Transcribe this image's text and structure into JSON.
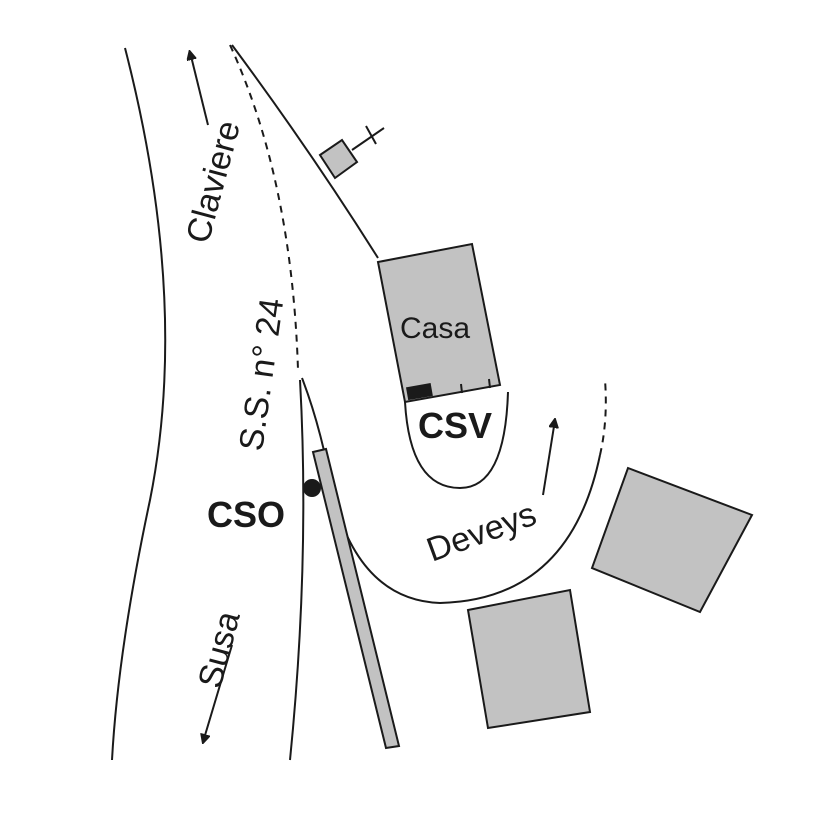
{
  "labels": {
    "claviere": "Claviere",
    "road": "S.S. n° 24",
    "casa": "Casa",
    "csv": "CSV",
    "cso": "CSO",
    "deveys": "Deveys",
    "susa": "Susa"
  },
  "colors": {
    "building": "#c2c2c2",
    "line": "#1a1a1a"
  }
}
